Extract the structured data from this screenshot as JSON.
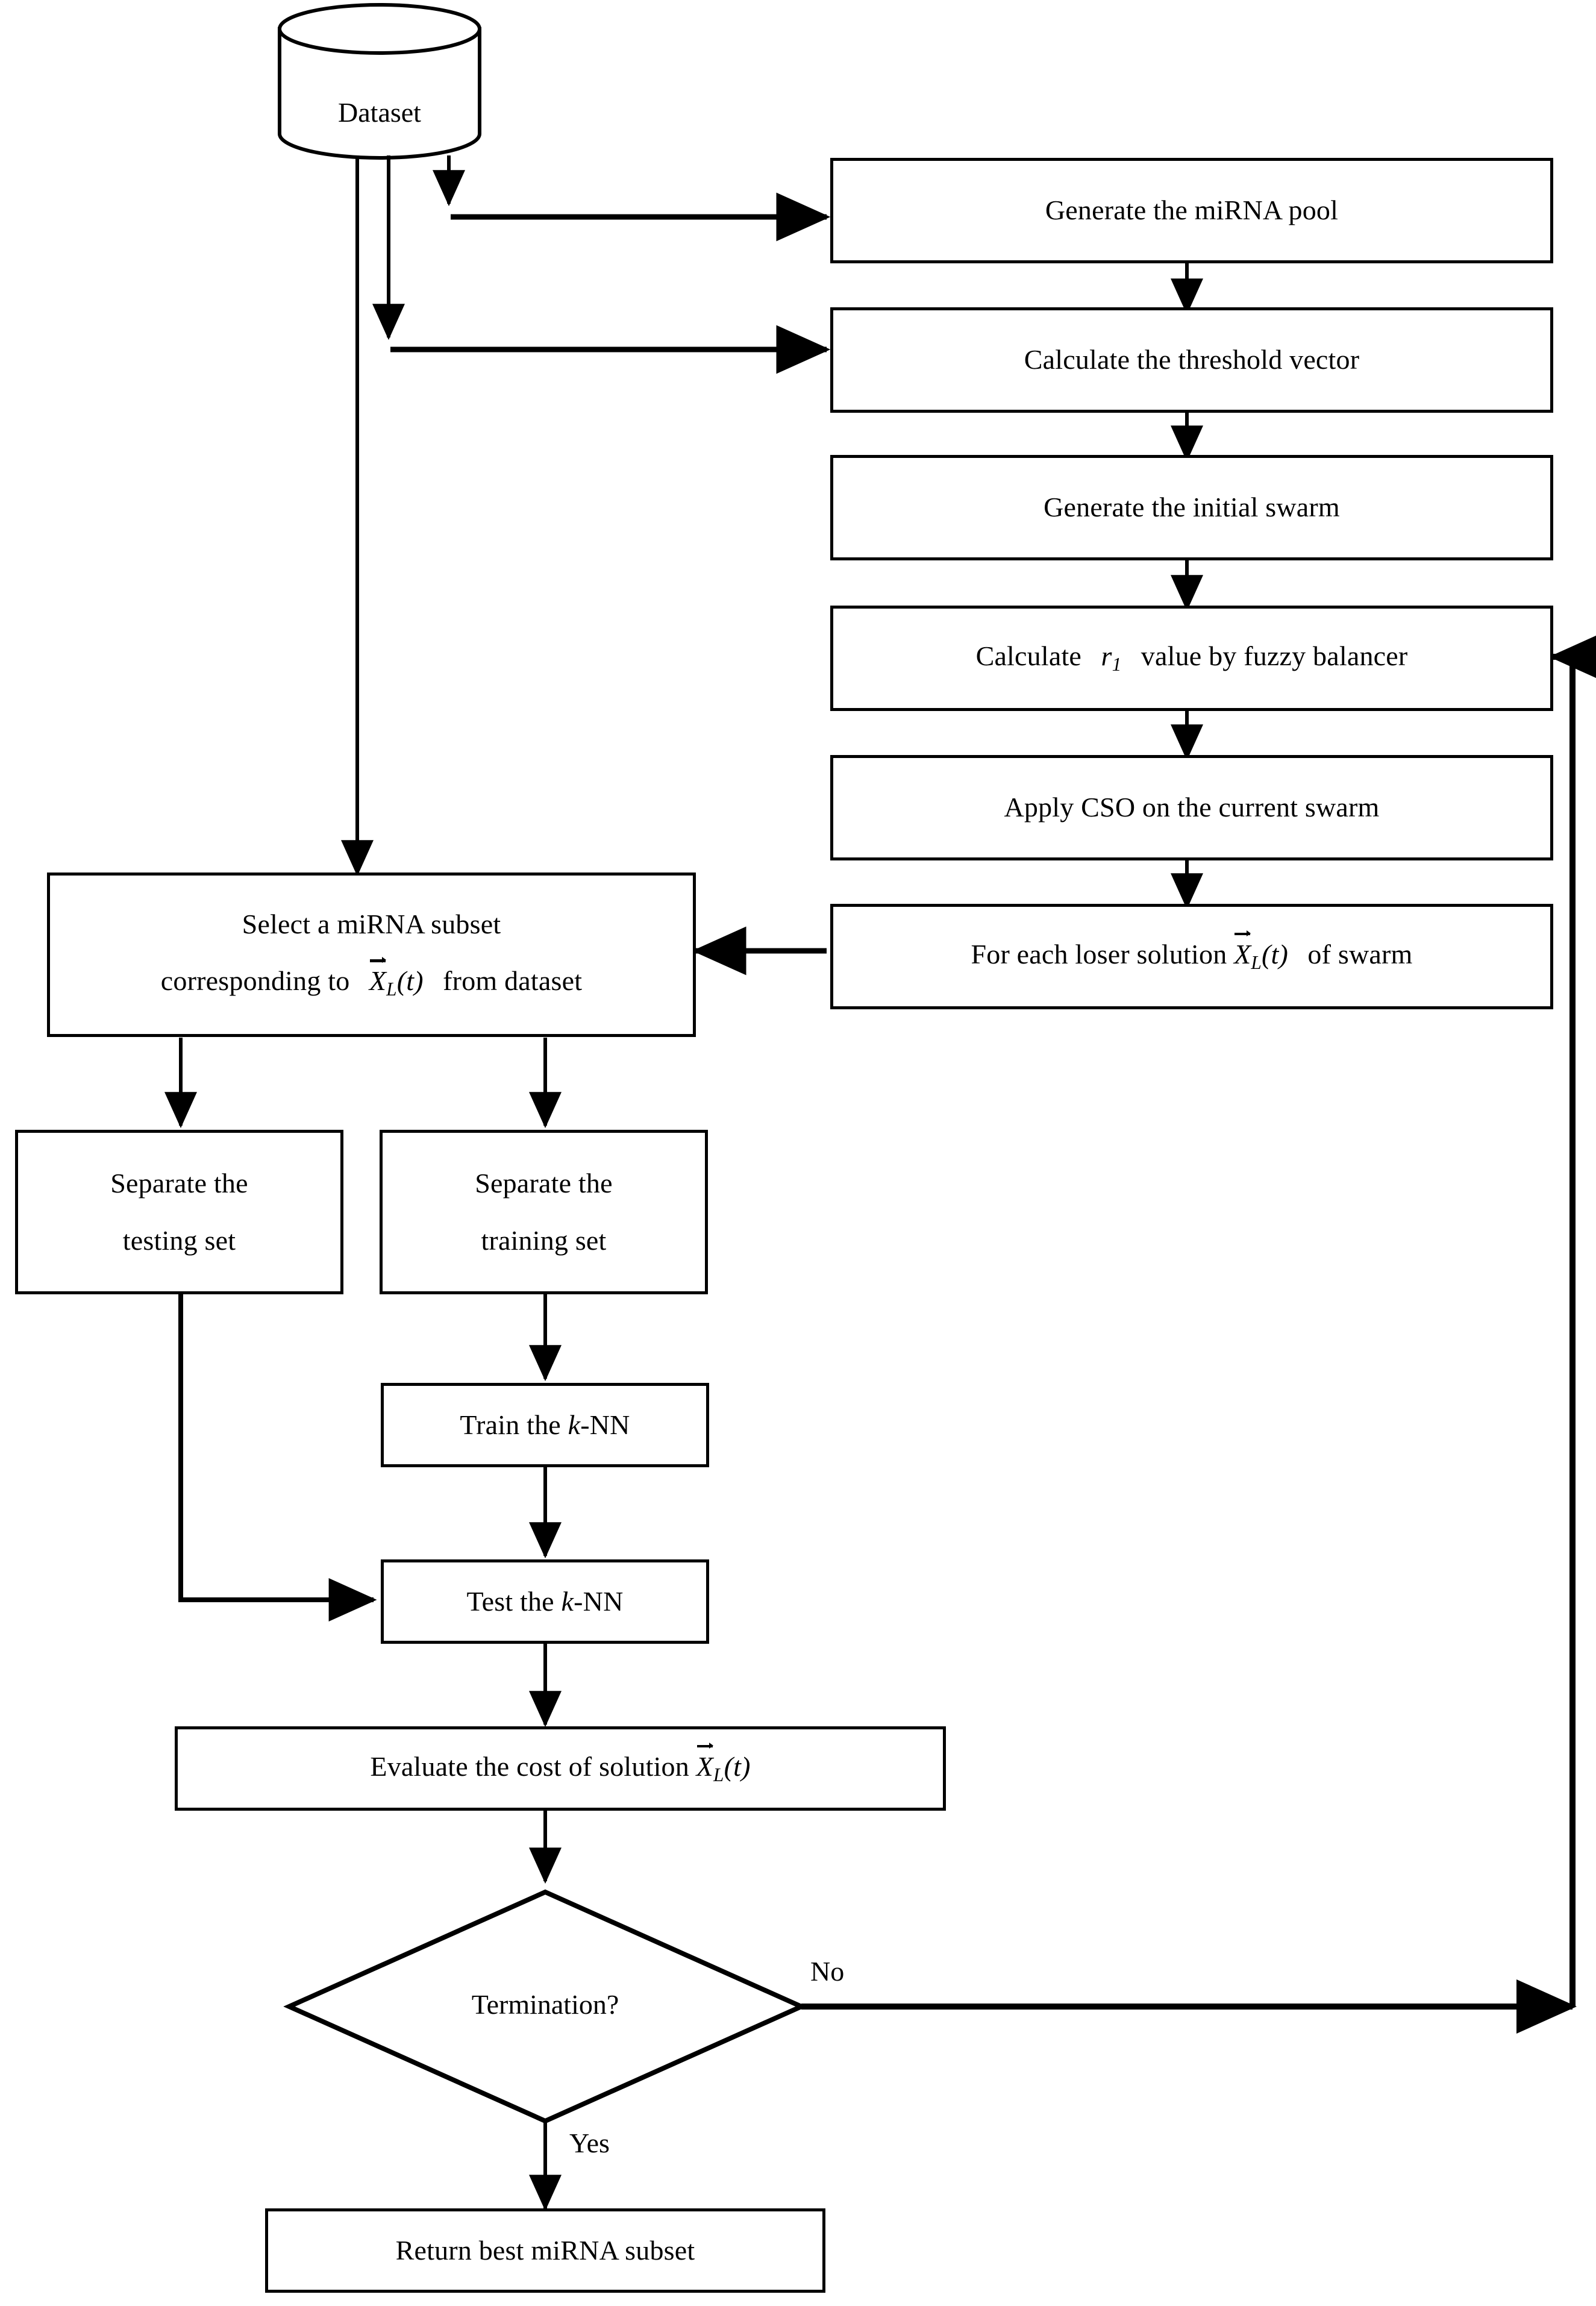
{
  "diagram": {
    "title": "CSO-based miRNA feature selection flowchart",
    "stroke_color": "#000000",
    "background_color": "#ffffff"
  },
  "datasource": {
    "label": "Dataset",
    "shape": "cylinder"
  },
  "right_column": [
    {
      "id": "generate-mirna-pool",
      "label": "Generate the miRNA pool"
    },
    {
      "id": "calculate-threshold-vector",
      "label": "Calculate the threshold vector"
    },
    {
      "id": "generate-initial-swarm",
      "label": "Generate the initial swarm"
    },
    {
      "id": "calculate-r1-fuzzy-balancer",
      "label_prefix": "Calculate ",
      "label_var": "r",
      "label_sub": "1",
      "label_suffix": " value by fuzzy balancer",
      "label_plain": "Calculate r1 value by fuzzy balancer"
    },
    {
      "id": "apply-cso-current-swarm",
      "label": "Apply CSO on the current swarm"
    },
    {
      "id": "for-each-loser-solution",
      "label_prefix": "For each loser solution ",
      "label_vec": "X",
      "label_sub": "L",
      "label_mid": "(t)",
      "label_suffix": " of swarm",
      "label_plain": "For each loser solution X_L(t) of swarm"
    }
  ],
  "left_column": {
    "select_subset": {
      "id": "select-mirna-subset",
      "line1": "Select a miRNA subset",
      "line2_prefix": "corresponding to ",
      "line2_vec": "X",
      "line2_sub": "L",
      "line2_mid": "(t)",
      "line2_suffix": " from dataset",
      "label_plain": "Select a miRNA subset corresponding to X_L(t) from dataset"
    },
    "separate_testing": {
      "id": "separate-testing-set",
      "line1": "Separate the",
      "line2": "testing set"
    },
    "separate_training": {
      "id": "separate-training-set",
      "line1": "Separate the",
      "line2": "training set"
    },
    "train_knn": {
      "id": "train-knn",
      "prefix": "Train the ",
      "var": "k",
      "suffix": "-NN",
      "label_plain": "Train the k-NN"
    },
    "test_knn": {
      "id": "test-knn",
      "prefix": "Test the ",
      "var": "k",
      "suffix": "-NN",
      "label_plain": "Test the k-NN"
    },
    "evaluate_cost": {
      "id": "evaluate-cost",
      "prefix": "Evaluate the cost of solution ",
      "vec": "X",
      "sub": "L",
      "mid": "(t)",
      "label_plain": "Evaluate the cost of solution X_L(t)"
    },
    "termination": {
      "id": "termination-decision",
      "label": "Termination?"
    },
    "return_best": {
      "id": "return-best-subset",
      "label": "Return best miRNA subset"
    }
  },
  "edge_labels": {
    "no": "No",
    "yes": "Yes"
  }
}
